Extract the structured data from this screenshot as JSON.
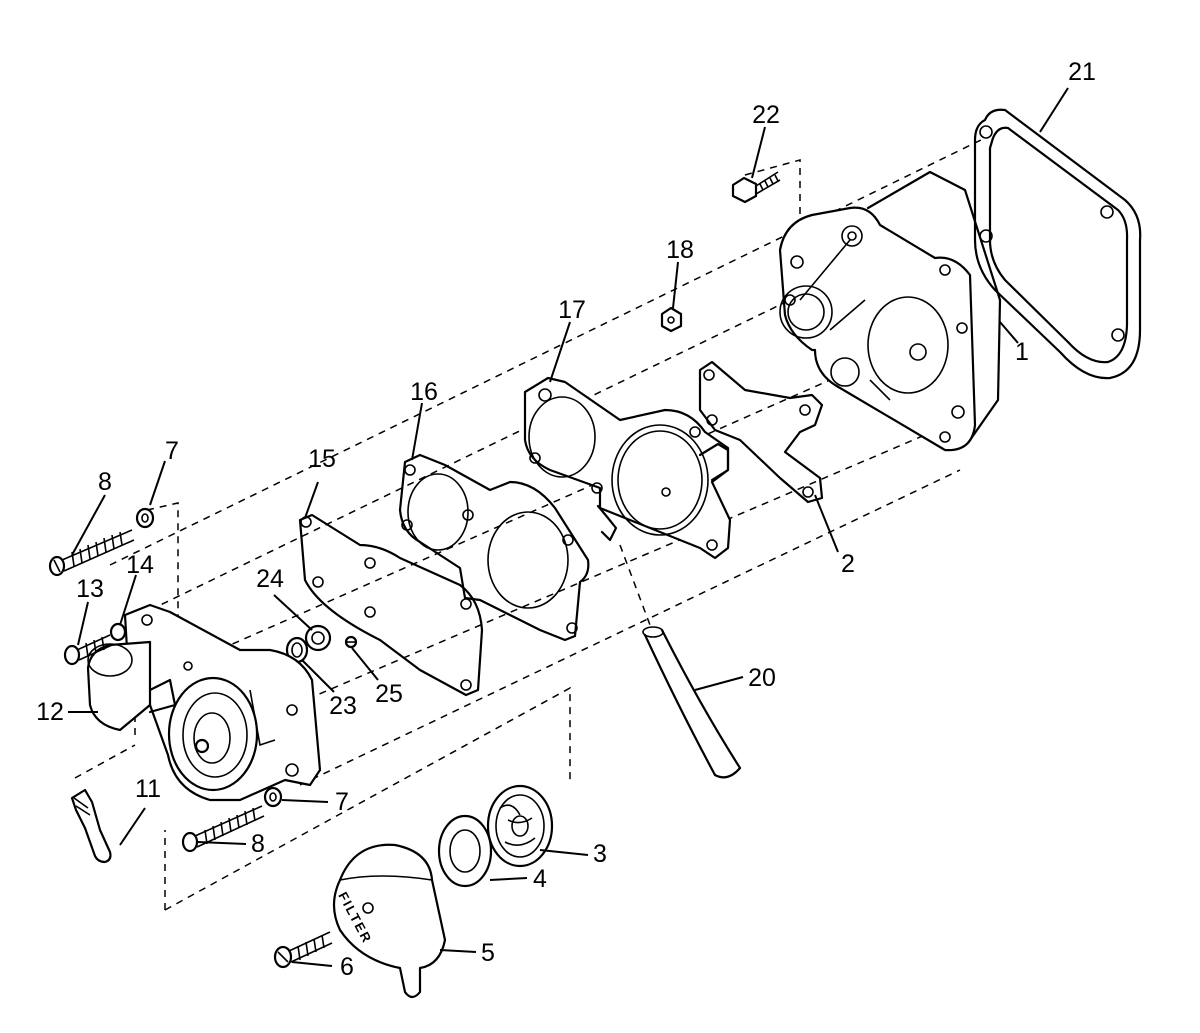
{
  "diagram": {
    "cover_text": "FILTER",
    "callouts": [
      "1",
      "2",
      "3",
      "4",
      "5",
      "6",
      "7",
      "7",
      "8",
      "8",
      "11",
      "12",
      "13",
      "14",
      "15",
      "16",
      "17",
      "18",
      "20",
      "21",
      "22",
      "23",
      "24",
      "25"
    ]
  }
}
